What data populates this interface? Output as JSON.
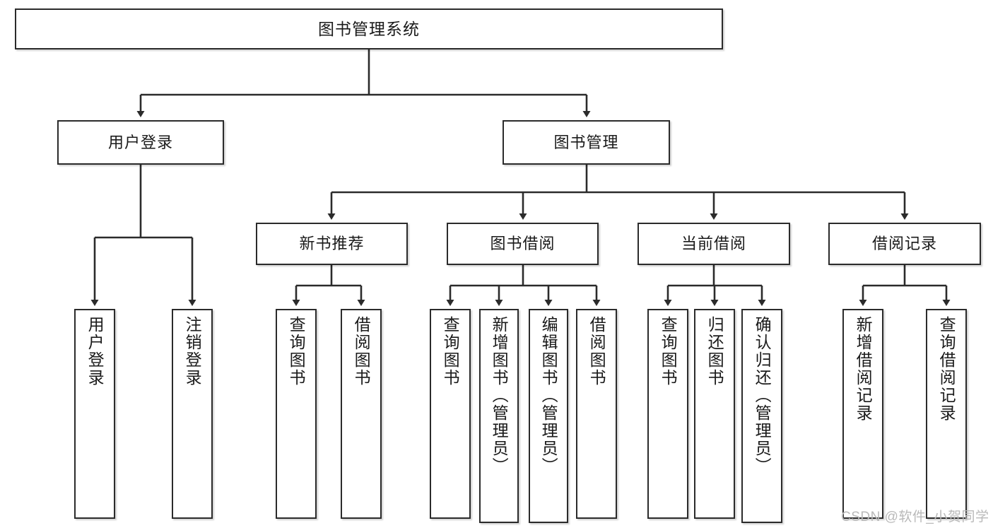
{
  "diagram": {
    "title": "图书管理系统",
    "type": "tree",
    "nodes": {
      "root": {
        "label": "图书管理系统"
      },
      "level2": [
        {
          "id": "user-login",
          "label": "用户登录"
        },
        {
          "id": "book-manage",
          "label": "图书管理"
        }
      ],
      "level3": [
        {
          "id": "new-book-rec",
          "label": "新书推荐"
        },
        {
          "id": "book-borrow",
          "label": "图书借阅"
        },
        {
          "id": "current-borrow",
          "label": "当前借阅"
        },
        {
          "id": "borrow-record",
          "label": "借阅记录"
        }
      ],
      "leaves": [
        {
          "id": "leaf-user-login",
          "label": "用户登录",
          "parent": "user-login"
        },
        {
          "id": "leaf-user-logout",
          "label": "注销登录",
          "parent": "user-login"
        },
        {
          "id": "leaf-query-book-1",
          "label": "查询图书",
          "parent": "new-book-rec"
        },
        {
          "id": "leaf-borrow-book-1",
          "label": "借阅图书",
          "parent": "new-book-rec"
        },
        {
          "id": "leaf-query-book-2",
          "label": "查询图书",
          "parent": "book-borrow"
        },
        {
          "id": "leaf-add-book",
          "label": "新增图书（管理员）",
          "parent": "book-borrow"
        },
        {
          "id": "leaf-edit-book",
          "label": "编辑图书（管理员）",
          "parent": "book-borrow"
        },
        {
          "id": "leaf-borrow-book-2",
          "label": "借阅图书",
          "parent": "book-borrow"
        },
        {
          "id": "leaf-query-book-3",
          "label": "查询图书",
          "parent": "current-borrow"
        },
        {
          "id": "leaf-return-book",
          "label": "归还图书",
          "parent": "current-borrow"
        },
        {
          "id": "leaf-confirm-return",
          "label": "确认归还（管理员）",
          "parent": "current-borrow"
        },
        {
          "id": "leaf-add-record",
          "label": "新增借阅记录",
          "parent": "borrow-record"
        },
        {
          "id": "leaf-query-record",
          "label": "查询借阅记录",
          "parent": "borrow-record"
        }
      ]
    },
    "colors": {
      "stroke": "#2b2b2b",
      "fill": "#ffffff",
      "text": "#1a1a1a",
      "watermark": "#b9b9b9"
    }
  },
  "watermark": {
    "text": "CSDN @软件_小贺同学"
  }
}
